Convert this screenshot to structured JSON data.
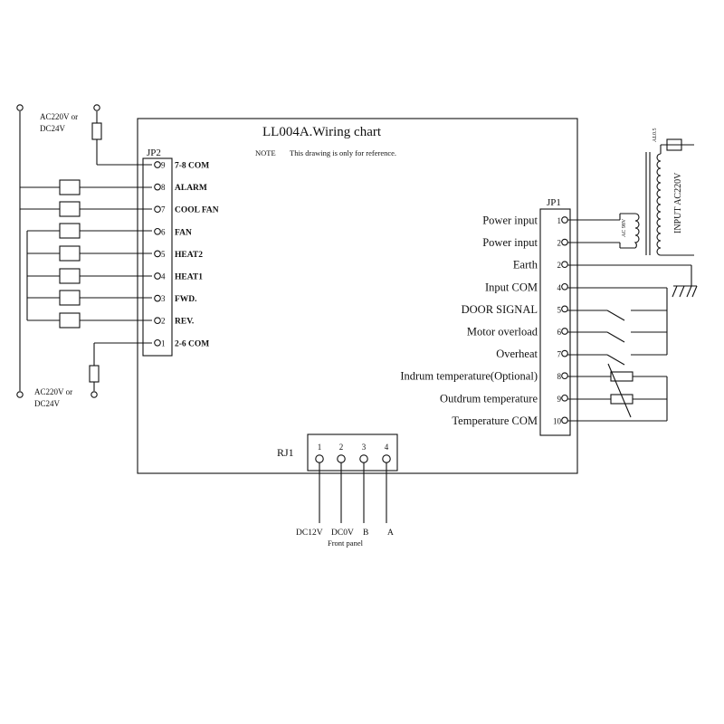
{
  "diagram": {
    "title": "LL004A.Wiring chart",
    "note_label": "NOTE",
    "note_text": "This drawing is only for reference.",
    "colors": {
      "line": "#111111",
      "background": "#ffffff"
    }
  },
  "jp2": {
    "label": "JP2",
    "pins": [
      {
        "num": "9",
        "label": "7-8 COM"
      },
      {
        "num": "8",
        "label": "ALARM"
      },
      {
        "num": "7",
        "label": "COOL FAN"
      },
      {
        "num": "6",
        "label": "FAN"
      },
      {
        "num": "5",
        "label": "HEAT2"
      },
      {
        "num": "4",
        "label": "HEAT1"
      },
      {
        "num": "3",
        "label": "FWD."
      },
      {
        "num": "2",
        "label": "REV."
      },
      {
        "num": "1",
        "label": "2-6  COM"
      }
    ]
  },
  "jp1": {
    "label": "JP1",
    "pins": [
      {
        "num": "1",
        "label": "Power input"
      },
      {
        "num": "2",
        "label": "Power input"
      },
      {
        "num": "2",
        "label": "Earth"
      },
      {
        "num": "4",
        "label": "Input COM"
      },
      {
        "num": "5",
        "label": "DOOR SIGNAL"
      },
      {
        "num": "6",
        "label": "Motor overload"
      },
      {
        "num": "7",
        "label": "Overheat"
      },
      {
        "num": "8",
        "label": "Indrum temperature(Optional)"
      },
      {
        "num": "9",
        "label": "Outdrum temperature"
      },
      {
        "num": "10",
        "label": "Temperature COM"
      }
    ]
  },
  "supply_top": {
    "line1": "AC220V or",
    "line2": "DC24V"
  },
  "supply_bottom": {
    "line1": "AC220V or",
    "line2": "DC24V"
  },
  "transformer": {
    "input_label": "INPUT  AC220V",
    "output_label": "AC 98V",
    "fuse_label": "AL0.5"
  },
  "rj1": {
    "label": "RJ1",
    "pins": [
      "1",
      "2",
      "3",
      "4"
    ],
    "signals": [
      "DC12V",
      "DC0V",
      "B",
      "A"
    ],
    "caption": "Front panel"
  }
}
